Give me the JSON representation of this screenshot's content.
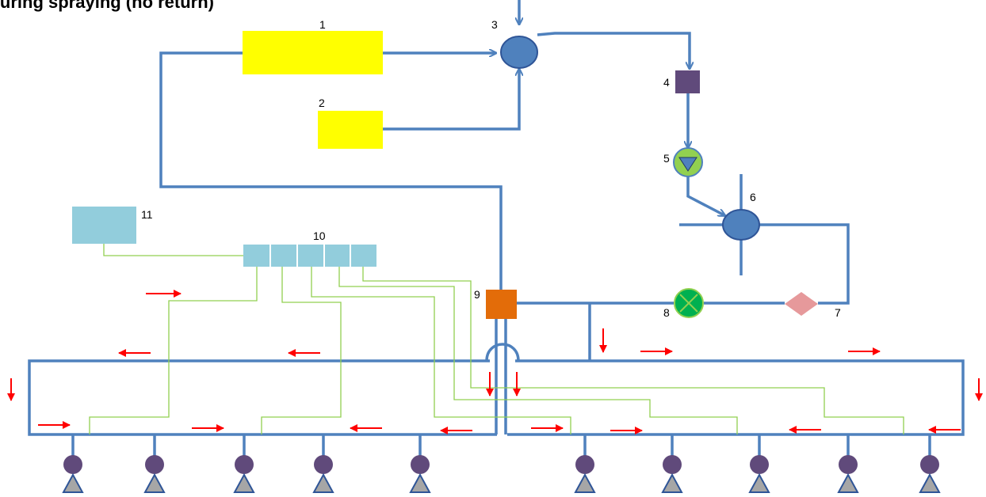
{
  "title": "le during spraying (no return)",
  "labels": {
    "n1": "1",
    "n2": "2",
    "n3": "3",
    "n4": "4",
    "n5": "5",
    "n6": "6",
    "n7": "7",
    "n8": "8",
    "n9": "9",
    "n10": "10",
    "n11": "11"
  },
  "colors": {
    "pipe": "#4f81bd",
    "wire": "#92d050",
    "arrow": "#ff0000",
    "tank": "#ffff00",
    "controller": "#92cddc",
    "valve_mixer": "#4f81bd",
    "filter": "#604a7b",
    "pump": "#92d050",
    "flow_meter": "#00b050",
    "regulator_diamond": "#e6999b",
    "section_valve": "#e36c09",
    "nozzle_body": "#604a7b",
    "nozzle_tip": "#a6a6a6"
  },
  "nozzle_count": 10
}
